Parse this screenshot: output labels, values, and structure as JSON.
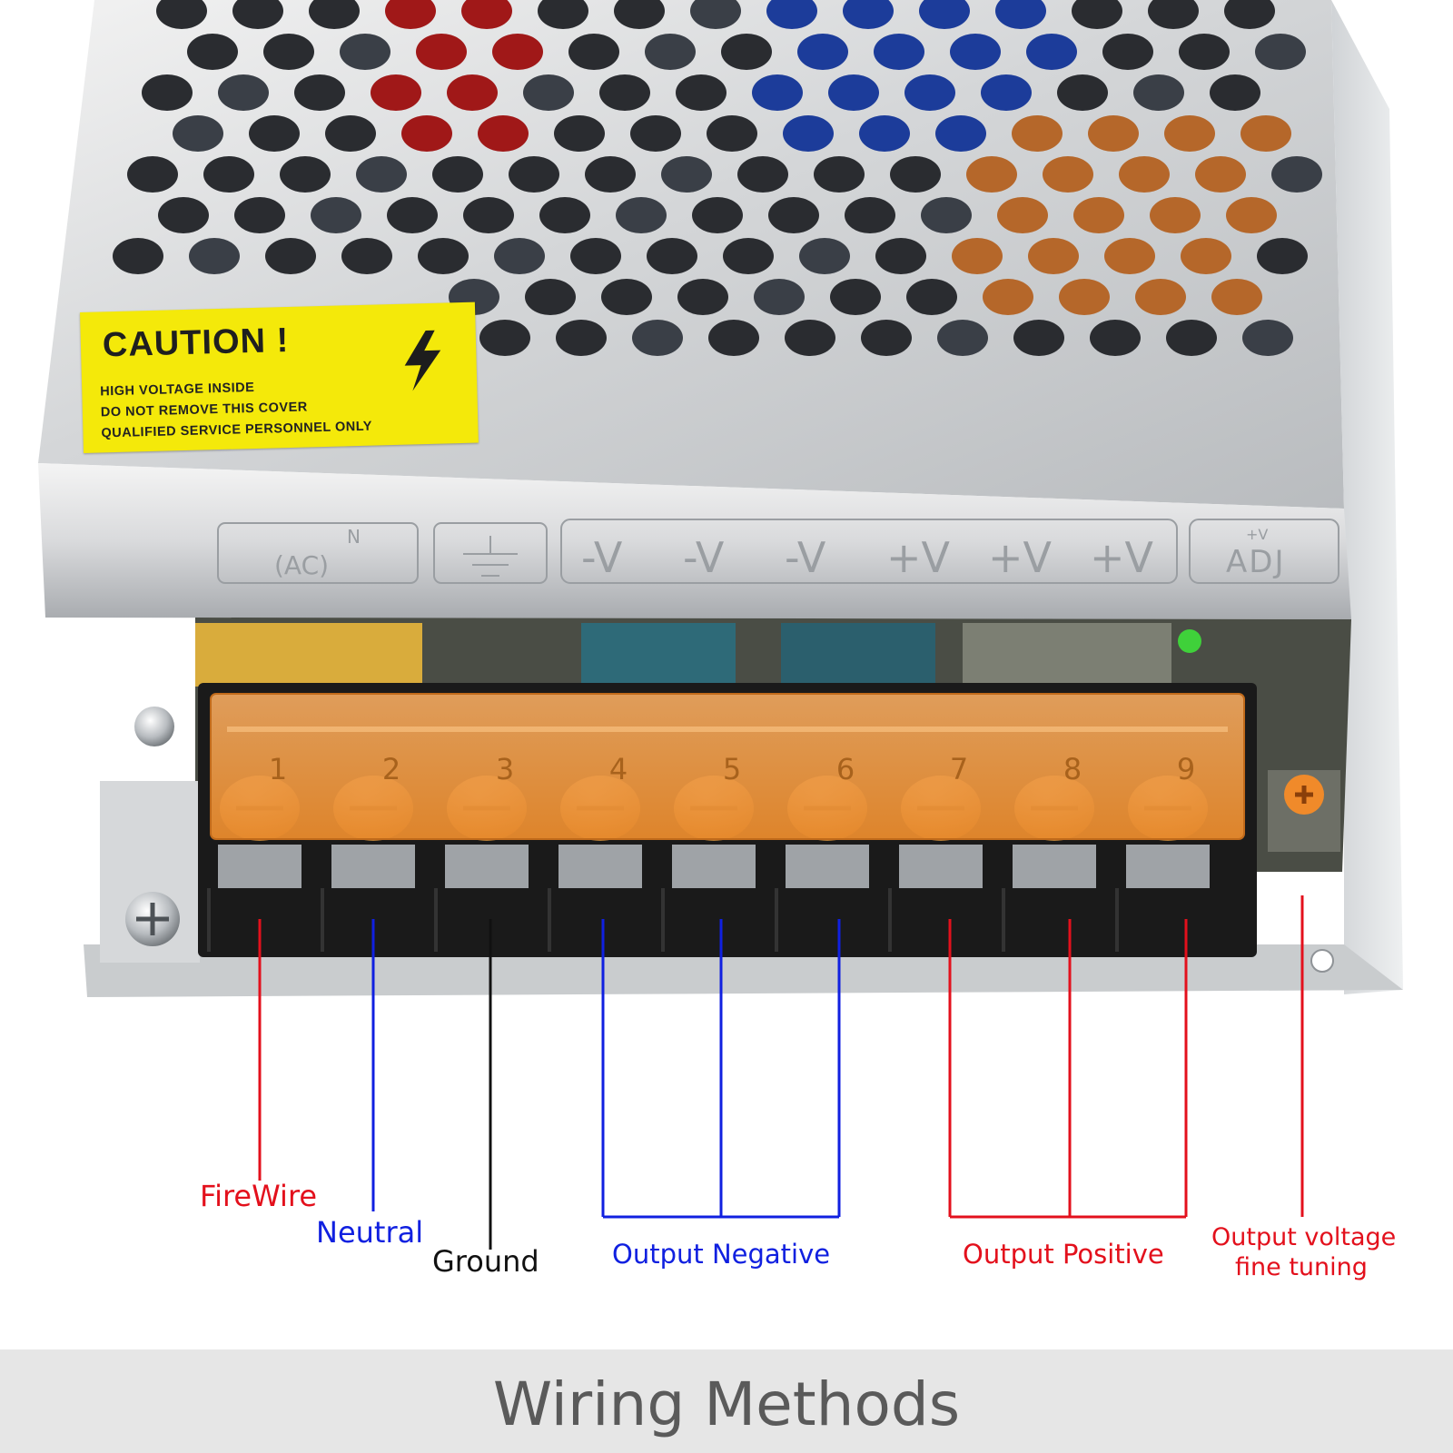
{
  "caution_label": {
    "title": "CAUTION  !",
    "lines": [
      "HIGH VOLTAGE INSIDE",
      "DO  NOT REMOVE  THIS COVER",
      "QUALIFIED SERVICE PERSONNEL ONLY"
    ]
  },
  "cover_markings": {
    "ac": "(AC)",
    "ac_superscript": "N",
    "outputs": [
      "-V",
      "-V",
      "-V",
      "+V",
      "+V",
      "+V"
    ],
    "adj_top": "+V",
    "adj": "ADJ"
  },
  "terminal_numbers": [
    "1",
    "2",
    "3",
    "4",
    "5",
    "6",
    "7",
    "8",
    "9"
  ],
  "labels": {
    "firewire": "FireWire",
    "neutral": "Neutral",
    "ground": "Ground",
    "output_negative": "Output Negative",
    "output_positive": "Output Positive",
    "fine_tuning_line1": "Output voltage",
    "fine_tuning_line2": "fine tuning"
  },
  "colors": {
    "red": "#e3101c",
    "blue": "#1020e0",
    "black": "#111111"
  },
  "footer": {
    "title": "Wiring Methods"
  }
}
